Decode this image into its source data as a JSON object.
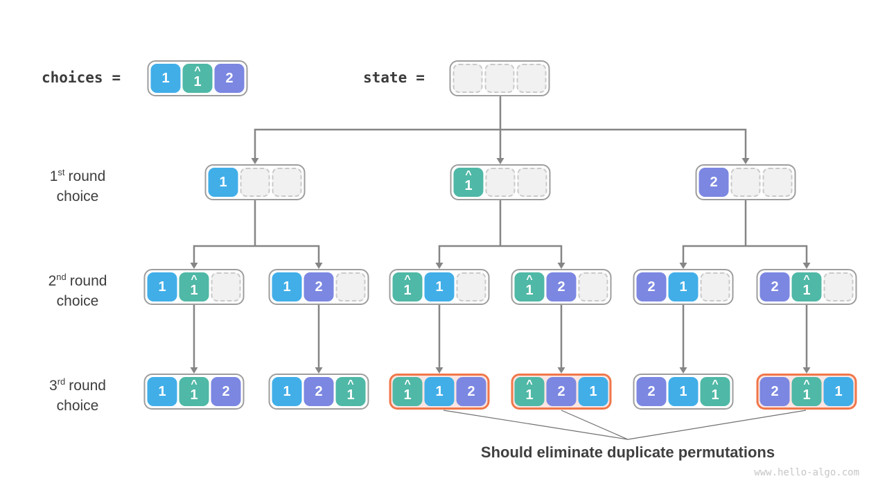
{
  "header": {
    "choices_label": "choices",
    "choices_equals": "=",
    "state_label": "state",
    "state_equals": "=",
    "choices_cells": [
      {
        "value": "1",
        "color": "blue",
        "hat": false
      },
      {
        "value": "1",
        "color": "teal",
        "hat": true
      },
      {
        "value": "2",
        "color": "purple",
        "hat": false
      }
    ],
    "state_cells": [
      null,
      null,
      null
    ]
  },
  "row_labels": [
    {
      "ordinal": "1",
      "suffix": "st",
      "rest": "round",
      "line2": "choice"
    },
    {
      "ordinal": "2",
      "suffix": "nd",
      "rest": "round",
      "line2": "choice"
    },
    {
      "ordinal": "3",
      "suffix": "rd",
      "rest": "round",
      "line2": "choice"
    }
  ],
  "tree": {
    "level1": [
      {
        "highlight": false,
        "cells": [
          {
            "value": "1",
            "color": "blue",
            "hat": false
          },
          null,
          null
        ]
      },
      {
        "highlight": false,
        "cells": [
          {
            "value": "1",
            "color": "teal",
            "hat": true
          },
          null,
          null
        ]
      },
      {
        "highlight": false,
        "cells": [
          {
            "value": "2",
            "color": "purple",
            "hat": false
          },
          null,
          null
        ]
      }
    ],
    "level2": [
      {
        "highlight": false,
        "cells": [
          {
            "value": "1",
            "color": "blue",
            "hat": false
          },
          {
            "value": "1",
            "color": "teal",
            "hat": true
          },
          null
        ]
      },
      {
        "highlight": false,
        "cells": [
          {
            "value": "1",
            "color": "blue",
            "hat": false
          },
          {
            "value": "2",
            "color": "purple",
            "hat": false
          },
          null
        ]
      },
      {
        "highlight": false,
        "cells": [
          {
            "value": "1",
            "color": "teal",
            "hat": true
          },
          {
            "value": "1",
            "color": "blue",
            "hat": false
          },
          null
        ]
      },
      {
        "highlight": false,
        "cells": [
          {
            "value": "1",
            "color": "teal",
            "hat": true
          },
          {
            "value": "2",
            "color": "purple",
            "hat": false
          },
          null
        ]
      },
      {
        "highlight": false,
        "cells": [
          {
            "value": "2",
            "color": "purple",
            "hat": false
          },
          {
            "value": "1",
            "color": "blue",
            "hat": false
          },
          null
        ]
      },
      {
        "highlight": false,
        "cells": [
          {
            "value": "2",
            "color": "purple",
            "hat": false
          },
          {
            "value": "1",
            "color": "teal",
            "hat": true
          },
          null
        ]
      }
    ],
    "level3": [
      {
        "highlight": false,
        "cells": [
          {
            "value": "1",
            "color": "blue",
            "hat": false
          },
          {
            "value": "1",
            "color": "teal",
            "hat": true
          },
          {
            "value": "2",
            "color": "purple",
            "hat": false
          }
        ]
      },
      {
        "highlight": false,
        "cells": [
          {
            "value": "1",
            "color": "blue",
            "hat": false
          },
          {
            "value": "2",
            "color": "purple",
            "hat": false
          },
          {
            "value": "1",
            "color": "teal",
            "hat": true
          }
        ]
      },
      {
        "highlight": true,
        "cells": [
          {
            "value": "1",
            "color": "teal",
            "hat": true
          },
          {
            "value": "1",
            "color": "blue",
            "hat": false
          },
          {
            "value": "2",
            "color": "purple",
            "hat": false
          }
        ]
      },
      {
        "highlight": true,
        "cells": [
          {
            "value": "1",
            "color": "teal",
            "hat": true
          },
          {
            "value": "2",
            "color": "purple",
            "hat": false
          },
          {
            "value": "1",
            "color": "blue",
            "hat": false
          }
        ]
      },
      {
        "highlight": false,
        "cells": [
          {
            "value": "2",
            "color": "purple",
            "hat": false
          },
          {
            "value": "1",
            "color": "blue",
            "hat": false
          },
          {
            "value": "1",
            "color": "teal",
            "hat": true
          }
        ]
      },
      {
        "highlight": true,
        "cells": [
          {
            "value": "2",
            "color": "purple",
            "hat": false
          },
          {
            "value": "1",
            "color": "teal",
            "hat": true
          },
          {
            "value": "1",
            "color": "blue",
            "hat": false
          }
        ]
      }
    ]
  },
  "annotation": "Should eliminate duplicate permutations",
  "watermark": "www.hello-algo.com",
  "colors": {
    "blue": "#41aee8",
    "teal": "#4fb8a6",
    "purple": "#7b87e1",
    "highlight_border": "#f0774a",
    "highlight_fill": "#fbe5e2",
    "connector": "#858585",
    "pointer_line": "#6f6f6f",
    "node_border": "#9d9d9d",
    "empty_fill": "#f1f1f1",
    "empty_border": "#c9c9c9",
    "text": "#3b3b3b",
    "watermark_color": "#c6c6c6"
  }
}
